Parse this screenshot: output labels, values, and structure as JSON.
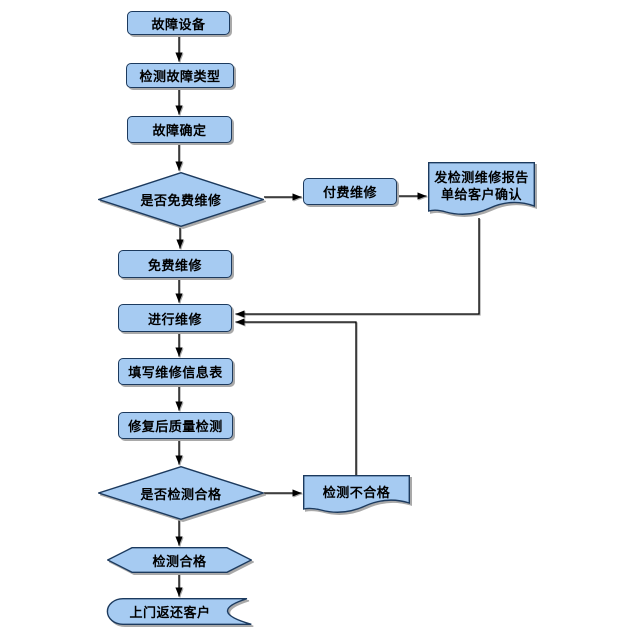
{
  "diagram": {
    "type": "flowchart",
    "direction": "top-down"
  },
  "colors": {
    "background": "#ffffff",
    "node_fill": "#a6cbf2",
    "node_border": "#1c3a5e",
    "connector": "#000000",
    "shadow": "#a9a9a9",
    "text": "#000000"
  },
  "nodes": {
    "fault_device": {
      "label": "故障设备",
      "shape": "rounded-rect"
    },
    "detect_fault_type": {
      "label": "检测故障类型",
      "shape": "rounded-rect"
    },
    "fault_confirmed": {
      "label": "故障确定",
      "shape": "rounded-rect"
    },
    "is_free_repair": {
      "label": "是否免费维修",
      "shape": "diamond"
    },
    "paid_repair": {
      "label": "付费维修",
      "shape": "rounded-rect"
    },
    "report_doc": {
      "label_line1": "发检测维修报告",
      "label_line2": "单给客户确认",
      "shape": "document"
    },
    "free_repair": {
      "label": "免费维修",
      "shape": "rounded-rect"
    },
    "do_repair": {
      "label": "进行维修",
      "shape": "rounded-rect"
    },
    "fill_form": {
      "label": "填写维修信息表",
      "shape": "rounded-rect"
    },
    "quality_check": {
      "label": "修复后质量检测",
      "shape": "rounded-rect"
    },
    "is_check_passed": {
      "label": "是否检测合格",
      "shape": "diamond"
    },
    "fail_doc": {
      "label": "检测不合格",
      "shape": "document"
    },
    "check_passed": {
      "label": "检测合格",
      "shape": "hexagon"
    },
    "return_customer": {
      "label": "上门返还客户",
      "shape": "stored-data"
    }
  },
  "edges": [
    {
      "from": "fault_device",
      "to": "detect_fault_type"
    },
    {
      "from": "detect_fault_type",
      "to": "fault_confirmed"
    },
    {
      "from": "fault_confirmed",
      "to": "is_free_repair"
    },
    {
      "from": "is_free_repair",
      "to": "paid_repair"
    },
    {
      "from": "paid_repair",
      "to": "report_doc"
    },
    {
      "from": "report_doc",
      "to": "do_repair"
    },
    {
      "from": "is_free_repair",
      "to": "free_repair"
    },
    {
      "from": "free_repair",
      "to": "do_repair"
    },
    {
      "from": "do_repair",
      "to": "fill_form"
    },
    {
      "from": "fill_form",
      "to": "quality_check"
    },
    {
      "from": "quality_check",
      "to": "is_check_passed"
    },
    {
      "from": "is_check_passed",
      "to": "fail_doc"
    },
    {
      "from": "fail_doc",
      "to": "do_repair"
    },
    {
      "from": "is_check_passed",
      "to": "check_passed"
    },
    {
      "from": "check_passed",
      "to": "return_customer"
    }
  ]
}
